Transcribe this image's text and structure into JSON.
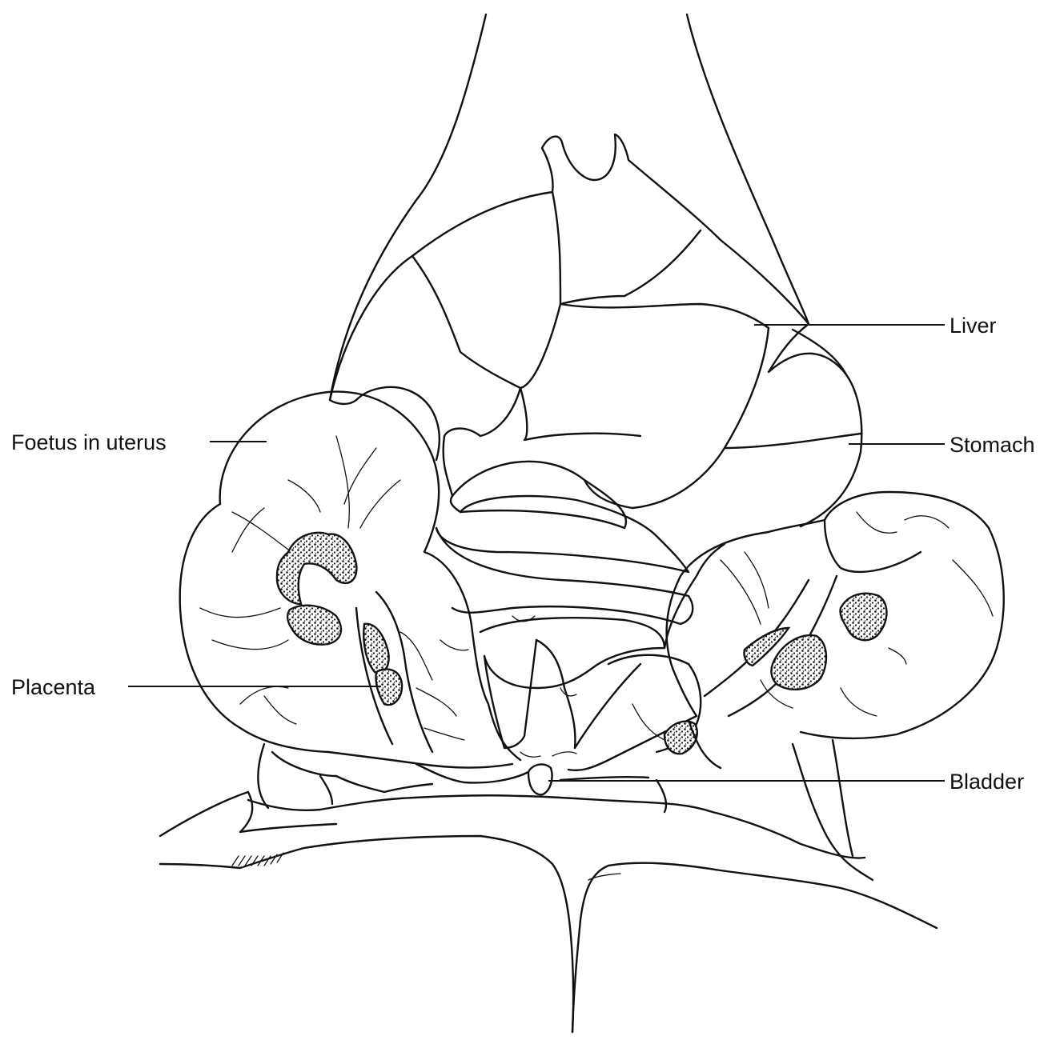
{
  "labels": {
    "liver": "Liver",
    "stomach": "Stomach",
    "foetus": "Foetus in uterus",
    "placenta": "Placenta",
    "bladder": "Bladder"
  },
  "colors": {
    "ink": "#111111",
    "paper": "#ffffff"
  }
}
